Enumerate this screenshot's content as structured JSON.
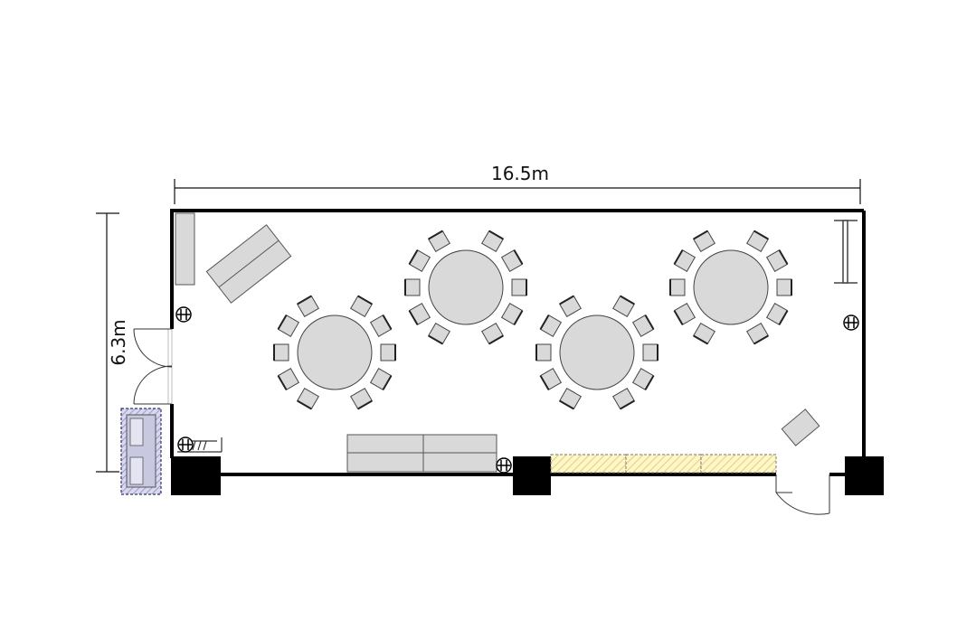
{
  "dimensions": {
    "width_label": "16.5m",
    "height_label": "6.3m"
  },
  "colors": {
    "wall": "#000000",
    "furniture_fill": "#d9d9d9",
    "furniture_stroke": "#555555",
    "window_fill": "#fdf6c8",
    "window_hatch": "#e2cf7a",
    "sink_fill": "#cfcfe8",
    "sink_stroke": "#333366"
  },
  "round_tables": [
    {
      "id": "table-1",
      "seats": 10
    },
    {
      "id": "table-2",
      "seats": 10
    },
    {
      "id": "table-3",
      "seats": 10
    },
    {
      "id": "table-4",
      "seats": 10
    }
  ],
  "icons": [
    "outlet-icon",
    "door-swing-icon",
    "sink-icon",
    "pillar-icon"
  ]
}
